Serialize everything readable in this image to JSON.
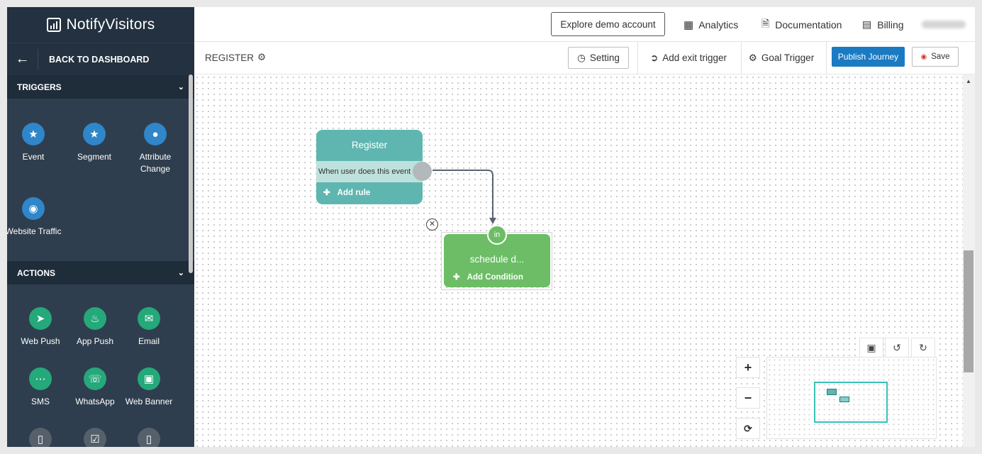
{
  "app": {
    "brand": "NotifyVisitors",
    "back_label": "BACK TO DASHBOARD"
  },
  "sidebar": {
    "triggers_label": "TRIGGERS",
    "actions_label": "ACTIONS",
    "triggers": [
      {
        "label": "Event",
        "icon": "star-icon"
      },
      {
        "label": "Segment",
        "icon": "star-icon"
      },
      {
        "label": "Attribute Change",
        "icon": "user-icon"
      },
      {
        "label": "Website Traffic",
        "icon": "globe-icon"
      }
    ],
    "actions": [
      {
        "label": "Web Push",
        "icon": "send-icon"
      },
      {
        "label": "App Push",
        "icon": "bell-icon"
      },
      {
        "label": "Email",
        "icon": "envelope-icon"
      },
      {
        "label": "SMS",
        "icon": "chat-icon"
      },
      {
        "label": "WhatsApp",
        "icon": "whatsapp-icon"
      },
      {
        "label": "Web Banner",
        "icon": "image-icon"
      }
    ]
  },
  "topbar": {
    "explore": "Explore demo account",
    "analytics": "Analytics",
    "documentation": "Documentation",
    "billing": "Billing"
  },
  "toolbar": {
    "journey_name": "REGISTER",
    "setting": "Setting",
    "exit_trigger": "Add exit trigger",
    "goal_trigger": "Goal Trigger",
    "publish": "Publish Journey",
    "save": "Save"
  },
  "canvas": {
    "register_node": {
      "title": "Register",
      "rule": "When user does this event",
      "add": "Add rule"
    },
    "schedule_node": {
      "title": "schedule d...",
      "badge": "in",
      "add": "Add Condition"
    }
  },
  "colors": {
    "sidebar": "#2f3e4e",
    "primary": "#1a7ac2",
    "teal_node": "#5fb6b0",
    "green_node": "#6cbd66"
  }
}
